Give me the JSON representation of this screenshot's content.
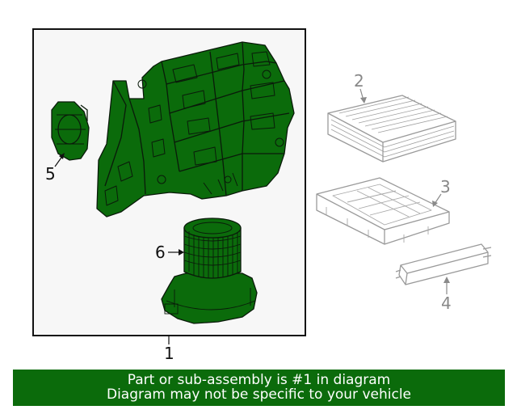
{
  "callouts": {
    "c1": "1",
    "c2": "2",
    "c3": "3",
    "c4": "4",
    "c5": "5",
    "c6": "6"
  },
  "banner": {
    "line1": "Part or sub-assembly is #1 in diagram",
    "line2": "Diagram may not be specific to your vehicle"
  },
  "colors": {
    "highlight_fill": "#0b6b0b",
    "outline": "#111111",
    "ghost_outline": "#9a9a9a",
    "frame_bg": "#f7f7f7"
  }
}
